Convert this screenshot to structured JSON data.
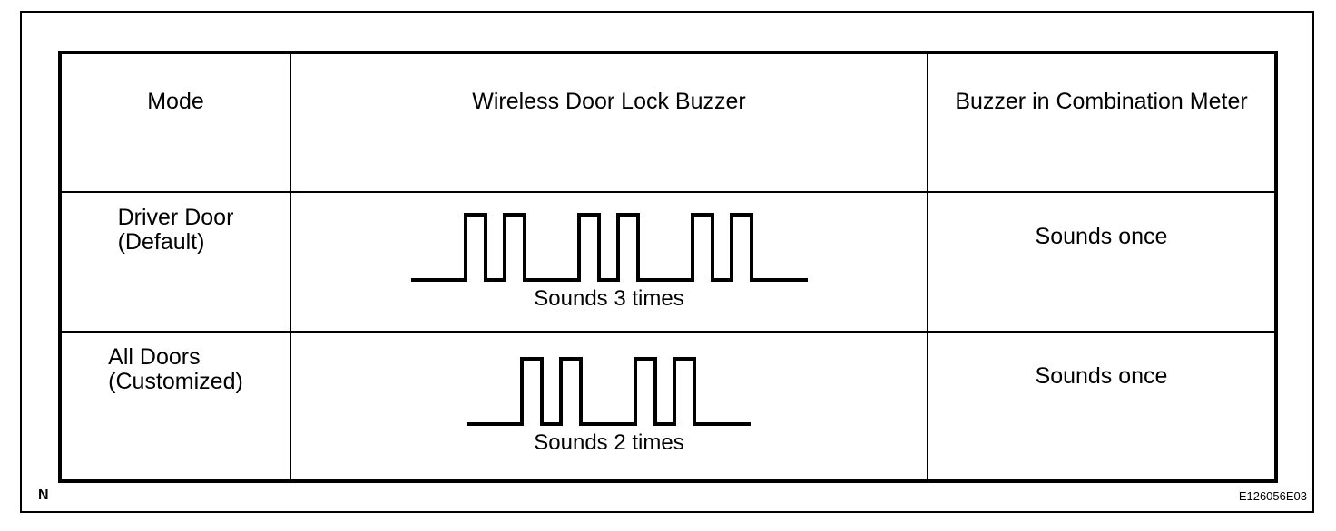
{
  "figure": {
    "note_marker": "N",
    "code": "E126056E03"
  },
  "table": {
    "columns": [
      {
        "label": "Mode"
      },
      {
        "label": "Wireless Door Lock Buzzer"
      },
      {
        "label": "Buzzer in Combination Meter"
      }
    ],
    "rows": [
      {
        "mode_lines": [
          "Driver Door",
          "(Default)"
        ],
        "buzzer_sound_groups": 3,
        "buzzer_label": "Sounds 3 times",
        "combination_meter": "Sounds once"
      },
      {
        "mode_lines": [
          "All Doors",
          "(Customized)"
        ],
        "buzzer_sound_groups": 2,
        "buzzer_label": "Sounds 2 times",
        "combination_meter": "Sounds once"
      }
    ]
  },
  "waveform_style": {
    "lead": 60,
    "pulse_width": 22,
    "pulse_gap": 21,
    "group_gap": 60,
    "tail": 62,
    "pulse_height": 72,
    "stroke_width": 4,
    "color": "#000000"
  }
}
